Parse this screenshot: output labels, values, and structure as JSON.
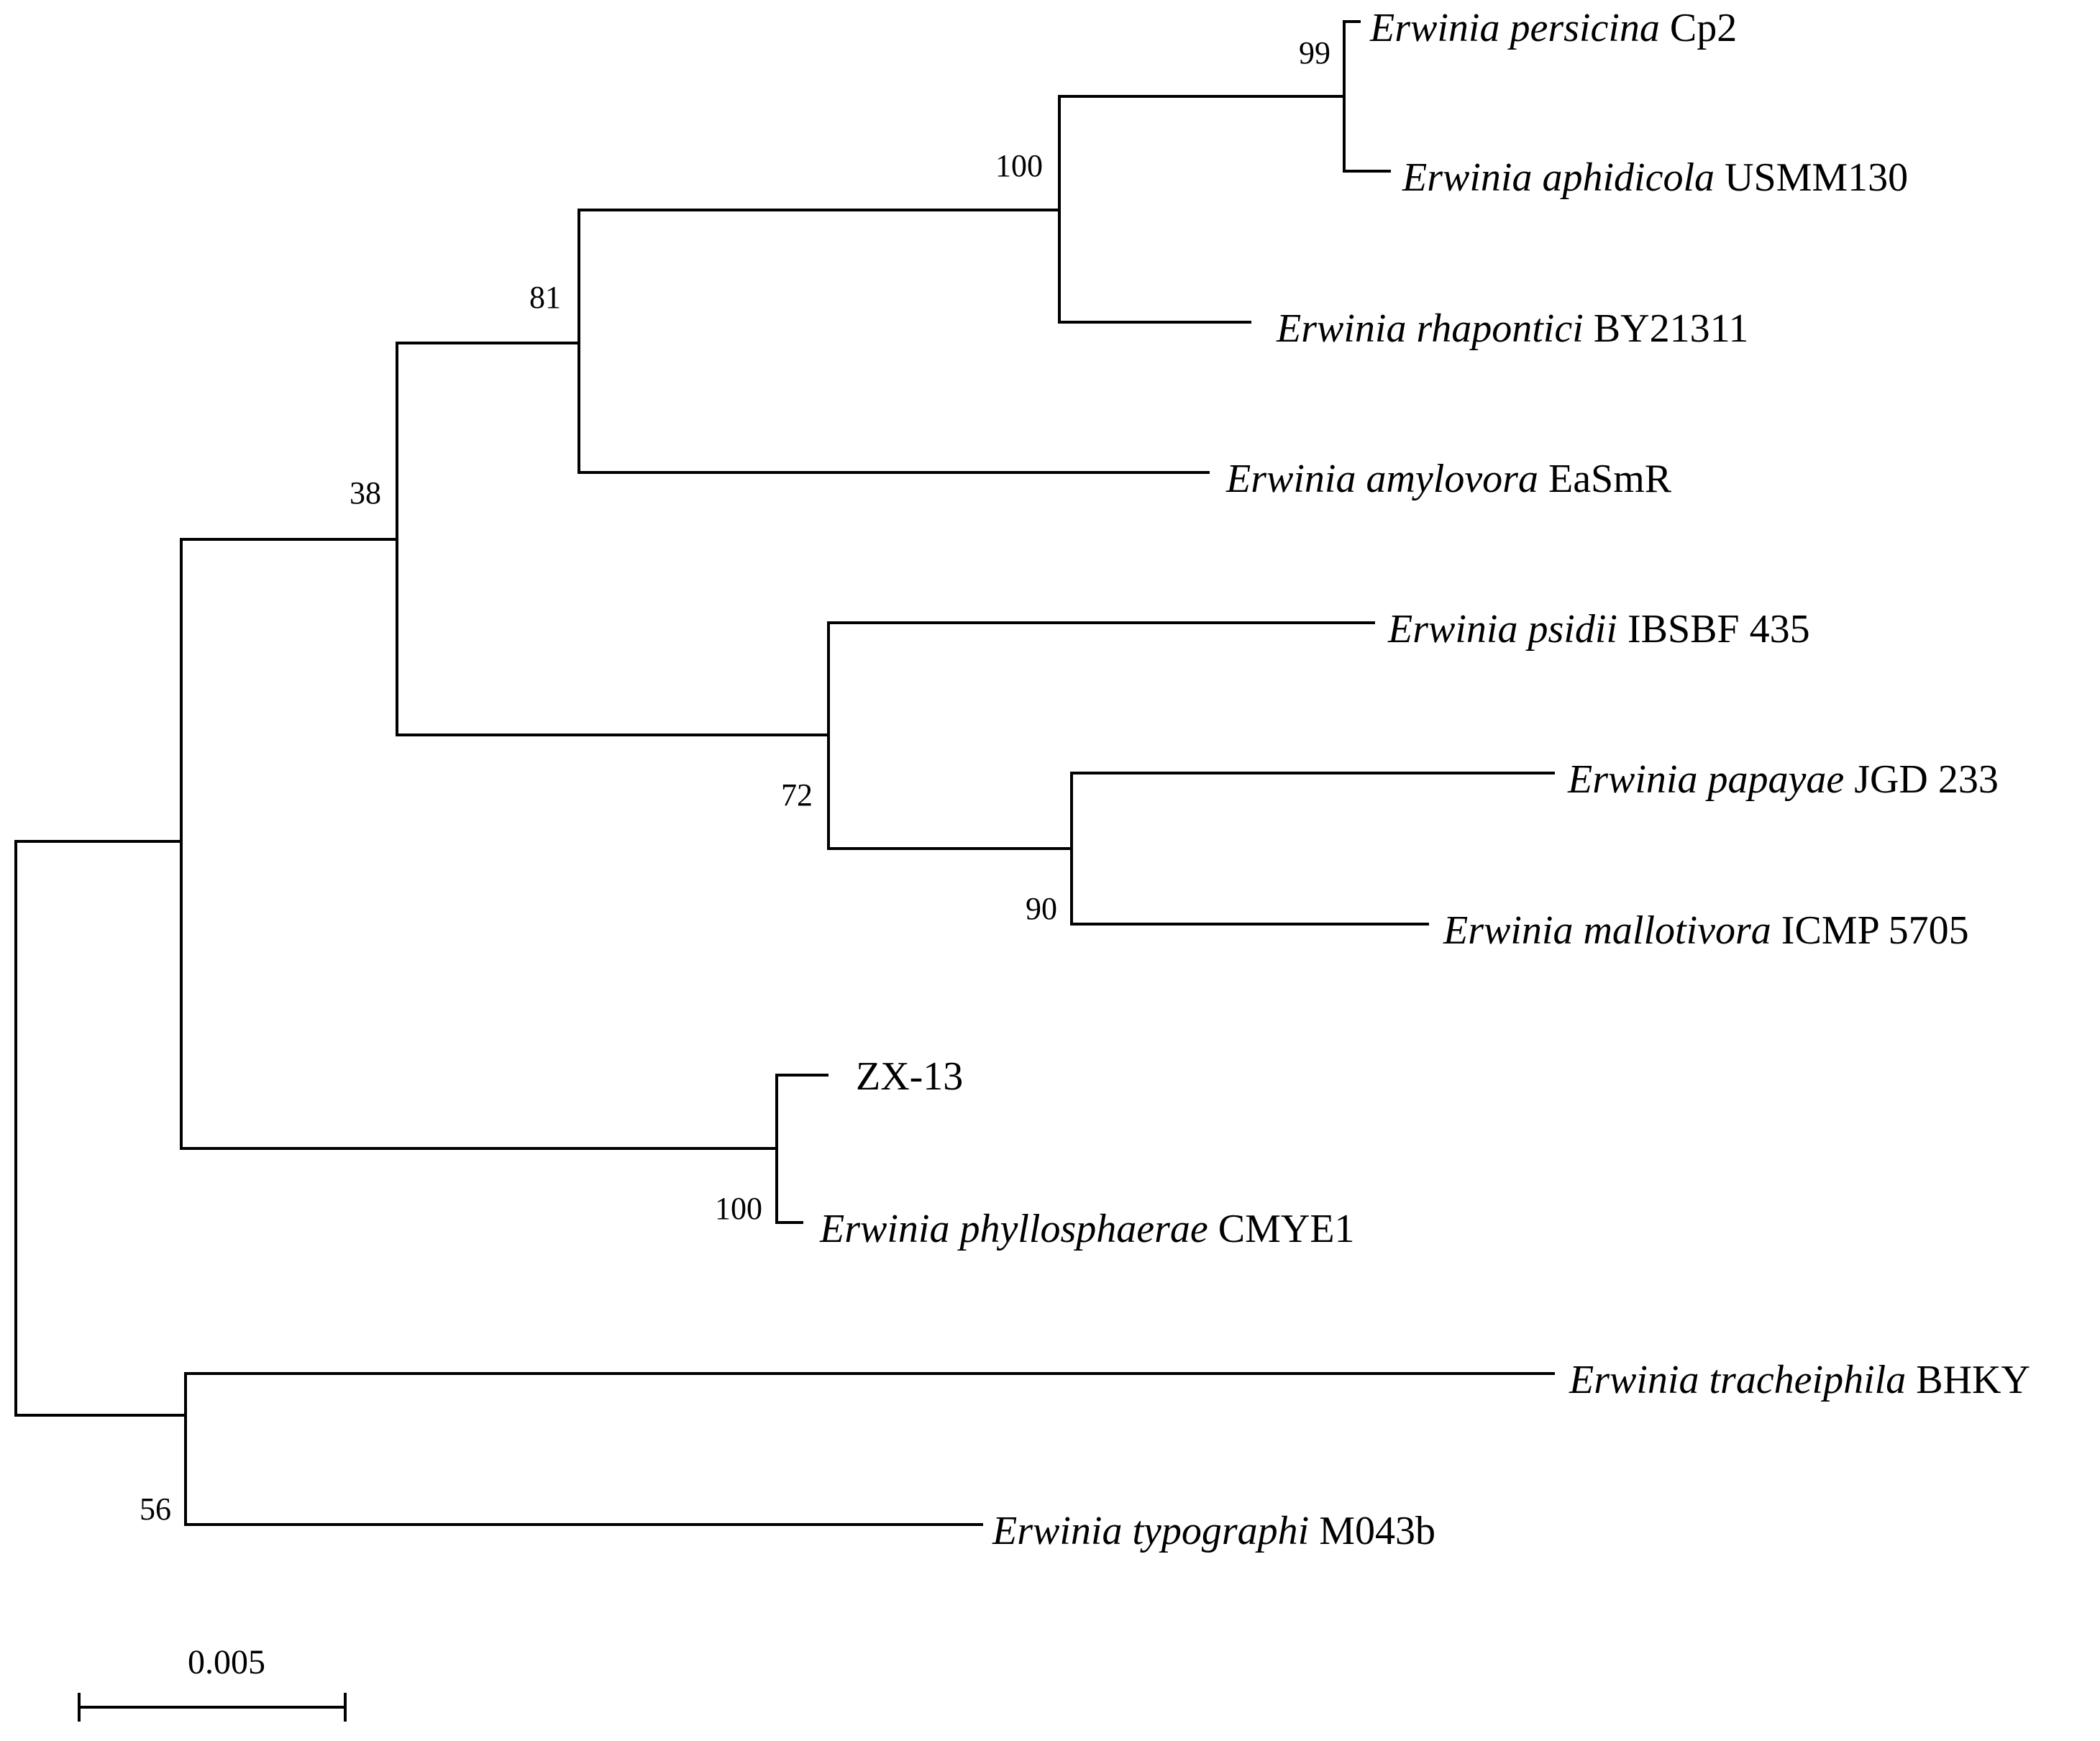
{
  "taxa": [
    {
      "genus": "Erwinia",
      "species": "persicina",
      "strain": "Cp2"
    },
    {
      "genus": "Erwinia",
      "species": "aphidicola",
      "strain": "USMM130"
    },
    {
      "genus": "Erwinia",
      "species": "rhapontici",
      "strain": "BY21311"
    },
    {
      "genus": "Erwinia",
      "species": "amylovora",
      "strain": "EaSmR"
    },
    {
      "genus": "Erwinia",
      "species": "psidii",
      "strain": "IBSBF 435"
    },
    {
      "genus": "Erwinia",
      "species": "papayae",
      "strain": "JGD 233"
    },
    {
      "genus": "Erwinia",
      "species": "mallotivora",
      "strain": "ICMP 5705"
    },
    {
      "genus": "",
      "species": "",
      "strain": "ZX-13"
    },
    {
      "genus": "Erwinia",
      "species": "phyllosphaerae",
      "strain": "CMYE1"
    },
    {
      "genus": "Erwinia",
      "species": "tracheiphila",
      "strain": "BHKY"
    },
    {
      "genus": "Erwinia",
      "species": "typographi",
      "strain": "M043b"
    }
  ],
  "bootstrap": [
    "99",
    "100",
    "81",
    "38",
    "72",
    "90",
    "100",
    "56"
  ],
  "scale_bar": {
    "label": "0.005",
    "value": 0.005
  }
}
